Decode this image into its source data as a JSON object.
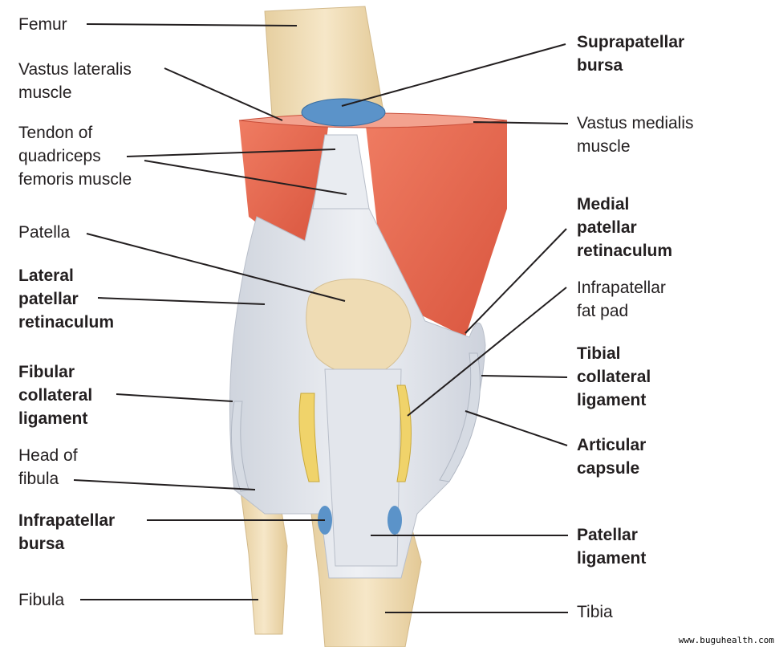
{
  "labels": {
    "femur": "Femur",
    "vastus_lateralis": "Vastus lateralis\nmuscle",
    "quadriceps_tendon": "Tendon of\nquadriceps\nfemoris muscle",
    "patella": "Patella",
    "lateral_retinaculum": "Lateral\npatellar\nretinaculum",
    "fibular_collateral": "Fibular\ncollateral\nligament",
    "head_of_fibula": "Head of\nfibula",
    "infrapatellar_bursa": "Infrapatellar\nbursa",
    "fibula": "Fibula",
    "suprapatellar_bursa": "Suprapatellar\nbursa",
    "vastus_medialis": "Vastus medialis\nmuscle",
    "medial_retinaculum": "Medial\npatellar\nretinaculum",
    "infrapatellar_fat_pad": "Infrapatellar\nfat pad",
    "tibial_collateral": "Tibial\ncollateral\nligament",
    "articular_capsule": "Articular\ncapsule",
    "patellar_ligament": "Patellar\nligament",
    "tibia": "Tibia"
  },
  "watermark": "www.buguhealth.com",
  "colors": {
    "bone": "#efdcb4",
    "muscle": "#e56a52",
    "ligament": "#dfe3ea",
    "bursa": "#5b93c9",
    "fat": "#f0d36a",
    "leader": "#231f20"
  }
}
